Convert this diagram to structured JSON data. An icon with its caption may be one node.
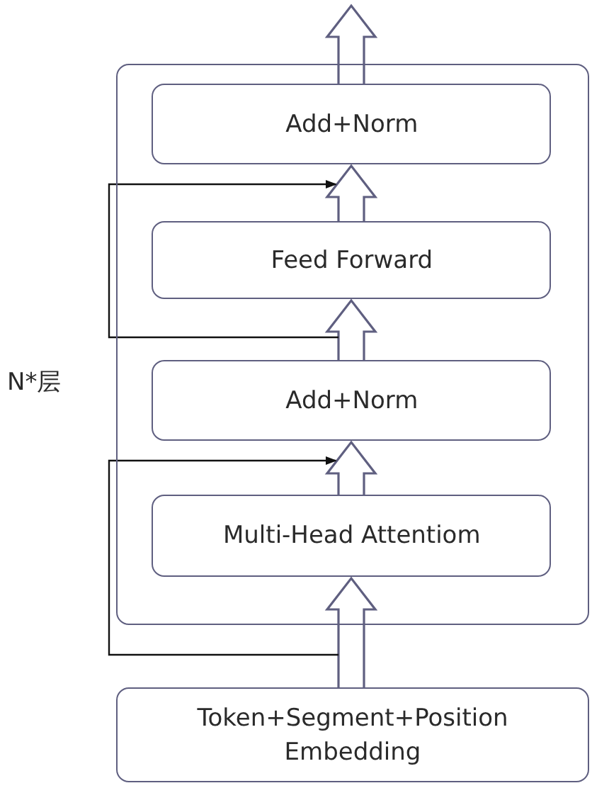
{
  "diagram": {
    "nodes": [
      {
        "text": [
          "N*层"
        ]
      },
      {
        "text": [
          "Add+Norm"
        ],
        "in": 0
      },
      {
        "text": [
          "Feed Forward"
        ],
        "in": 0
      },
      {
        "text": [
          "Add+Norm"
        ],
        "in": 0
      },
      {
        "text": [
          "Multi-Head Attentiom"
        ],
        "in": 0
      },
      {
        "text": [
          "Token+Segment+Position Embedding"
        ]
      }
    ],
    "edges": [
      {
        "from": 5,
        "to": 4,
        "arrow": "to",
        "style": "thick"
      },
      {
        "from": 4,
        "to": 3,
        "arrow": "to",
        "style": "thick"
      },
      {
        "from": 3,
        "to": 2,
        "arrow": "to",
        "style": "thick"
      },
      {
        "from": 2,
        "to": 1,
        "arrow": "to",
        "style": "thick"
      },
      {
        "from": 1,
        "to": null,
        "arrow": "to",
        "style": "thick"
      },
      {
        "from": 5,
        "to": 3,
        "arrow": "to"
      },
      {
        "from": 3,
        "to": 1,
        "arrow": "to"
      }
    ]
  }
}
